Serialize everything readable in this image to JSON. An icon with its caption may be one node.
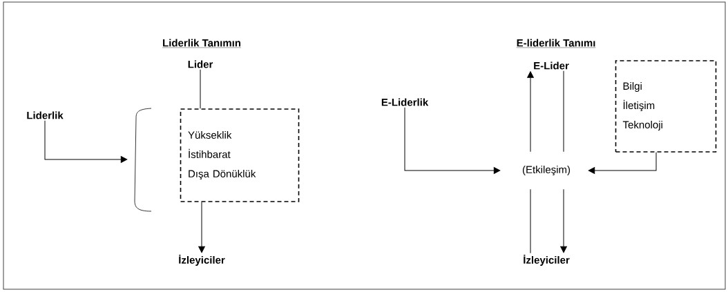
{
  "diagram": {
    "nodes": [
      {
        "text": [
          "Liderlik"
        ]
      },
      {
        "text": [
          "Lider"
        ]
      },
      {
        "text": [],
        "shape": "brace"
      },
      {
        "text": [
          "Yükseklik",
          "İstihbarat",
          "Dışa Dönüklük"
        ]
      },
      {
        "text": [
          "İzleyiciler"
        ]
      },
      {
        "text": [
          "E-Liderlik"
        ]
      },
      {
        "text": [
          "E-Lider"
        ]
      },
      {
        "text": [
          "(Etkileşim)"
        ]
      },
      {
        "text": [
          "Bilgi",
          "İletişim",
          "Teknoloji"
        ]
      },
      {
        "text": [
          "İzleyiciler"
        ]
      }
    ],
    "edges": [
      {
        "from": 0,
        "to": 2,
        "arrow": "to"
      },
      {
        "from": 1,
        "to": 3,
        "arrow": "none"
      },
      {
        "from": 3,
        "to": 4,
        "arrow": "to"
      },
      {
        "from": 5,
        "to": 7,
        "arrow": "to"
      },
      {
        "from": 7,
        "to": 6,
        "arrow": "to"
      },
      {
        "from": 6,
        "to": 7,
        "arrow": "none"
      },
      {
        "from": 8,
        "to": 7,
        "arrow": "to"
      },
      {
        "from": 9,
        "to": 7,
        "arrow": "none"
      },
      {
        "from": 7,
        "to": 9,
        "arrow": "to"
      }
    ],
    "labels": [
      "Liderlik Tanımın",
      "E-liderlik Tanımı"
    ]
  }
}
